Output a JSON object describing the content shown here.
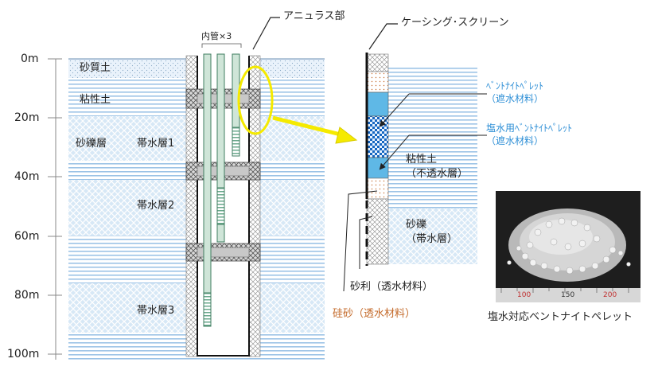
{
  "depth_axis": [
    "0m",
    "20m",
    "40m",
    "60m",
    "80m",
    "100m"
  ],
  "layers": {
    "sandy": "砂質土",
    "clay": "粘性土",
    "gravel": "砂礫層",
    "aquifer1": "帯水層1",
    "aquifer2": "帯水層2",
    "aquifer3": "帯水層3"
  },
  "well_section": {
    "inner_pipe_label": "内管×3",
    "annulus_label": "アニュラス部"
  },
  "detail_section": {
    "casing_label": "ケーシング･スクリーン",
    "bentonite": [
      "ﾍﾞﾝﾄﾅｲﾄﾍﾟﾚｯﾄ",
      "（遮水材料）"
    ],
    "saltwater_bentonite": [
      "塩水用ﾍﾞﾝﾄﾅｲﾄﾍﾟﾚｯﾄ",
      "（遮水材料）"
    ],
    "clay": [
      "粘性土",
      "（不透水層）"
    ],
    "gravel": [
      "砂礫",
      "（帯水層）"
    ],
    "gravel_filter": "砂利（透水材料）",
    "silica_sand": "硅砂（透水材料）"
  },
  "photo": {
    "caption": "塩水対応ベントナイトペレット",
    "ruler_numbers": [
      "100",
      "150",
      "200"
    ]
  },
  "colors": {
    "stripe_blue": "#9cc3e6",
    "band_blue": "#cfe3f4",
    "callout_blue": "#2e8fd6",
    "silica_orange": "#c46a2a",
    "highlight_yellow": "#f5ea00",
    "pipe_green": "#6aa88c"
  }
}
